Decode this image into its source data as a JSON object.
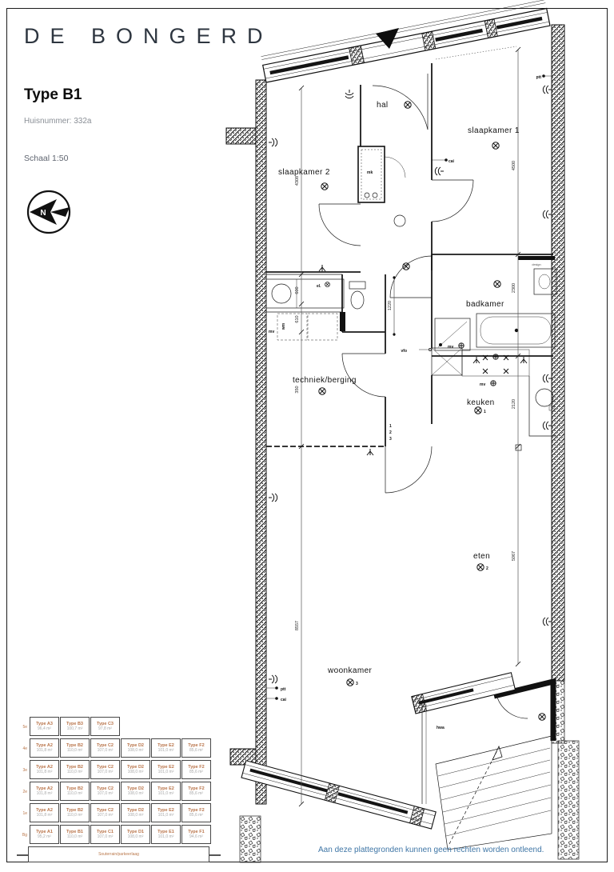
{
  "header": {
    "project_title": "DE BONGERD",
    "type_title": "Type B1",
    "huisnummer": "Huisnummer: 332a",
    "schaal": "Schaal 1:50",
    "compass_letter": "N"
  },
  "plan": {
    "rooms": {
      "hal": "hal",
      "slaapkamer1": "slaapkamer 1",
      "slaapkamer2": "slaapkamer 2",
      "badkamer": "badkamer",
      "techniek": "techniek/berging",
      "keuken": "keuken",
      "eten": "eten",
      "woonkamer": "woonkamer"
    },
    "room_numbers": {
      "keuken": "1",
      "eten": "2",
      "woonkamer": "3"
    },
    "fixture_labels": {
      "mk": "mk",
      "wm": "wm",
      "mv": "mv",
      "mv_shower": "mv",
      "mv_keuken": "mv",
      "vfo": "vfo",
      "hwa": "hwa",
      "el": "el.",
      "design": "design"
    },
    "outlet_labels": {
      "ptt_top": "ptt",
      "ptt_bottom": "ptt",
      "cai_hal": "cai",
      "cai_bottom": "cai"
    },
    "switch_numbers": [
      "1",
      "2",
      "3"
    ],
    "dimensions": {
      "slaapkamer2": "4308",
      "slaapkamer1": "4500",
      "hal": "1220",
      "badkamer": "2300",
      "techniek": "350",
      "keuken": "2120",
      "woonkamer": "8557",
      "eten": "5067",
      "wash_a": "600",
      "wash_b": "610"
    }
  },
  "floor_table": {
    "rows": [
      {
        "floor": "5e",
        "cells": [
          {
            "type": "Type A3",
            "area": "96,4 m²"
          },
          {
            "type": "Type B3",
            "area": "100,7 m²"
          },
          {
            "type": "Type C3",
            "area": "97,8 m²"
          }
        ]
      },
      {
        "floor": "4e",
        "cells": [
          {
            "type": "Type A2",
            "area": "101,8 m²"
          },
          {
            "type": "Type B2",
            "area": "110,0 m²"
          },
          {
            "type": "Type C2",
            "area": "107,0 m²"
          },
          {
            "type": "Type D2",
            "area": "108,0 m²"
          },
          {
            "type": "Type E2",
            "area": "101,0 m²"
          },
          {
            "type": "Type F2",
            "area": "85,6 m²"
          }
        ]
      },
      {
        "floor": "3e",
        "cells": [
          {
            "type": "Type A2",
            "area": "101,8 m²"
          },
          {
            "type": "Type B2",
            "area": "110,0 m²"
          },
          {
            "type": "Type C2",
            "area": "107,0 m²"
          },
          {
            "type": "Type D2",
            "area": "108,0 m²"
          },
          {
            "type": "Type E2",
            "area": "101,0 m²"
          },
          {
            "type": "Type F2",
            "area": "85,6 m²"
          }
        ]
      },
      {
        "floor": "2e",
        "cells": [
          {
            "type": "Type A2",
            "area": "101,8 m²"
          },
          {
            "type": "Type B2",
            "area": "110,0 m²"
          },
          {
            "type": "Type C2",
            "area": "107,0 m²"
          },
          {
            "type": "Type D2",
            "area": "108,0 m²"
          },
          {
            "type": "Type E2",
            "area": "101,0 m²"
          },
          {
            "type": "Type F2",
            "area": "85,6 m²"
          }
        ]
      },
      {
        "floor": "1e",
        "cells": [
          {
            "type": "Type A2",
            "area": "101,8 m²"
          },
          {
            "type": "Type B2",
            "area": "110,0 m²"
          },
          {
            "type": "Type C2",
            "area": "107,0 m²"
          },
          {
            "type": "Type D2",
            "area": "108,0 m²"
          },
          {
            "type": "Type E2",
            "area": "101,0 m²"
          },
          {
            "type": "Type F2",
            "area": "85,6 m²"
          }
        ]
      },
      {
        "floor": "Bg",
        "cells": [
          {
            "type": "Type A1",
            "area": "95,2 m²"
          },
          {
            "type": "Type B1",
            "area": "110,0 m²"
          },
          {
            "type": "Type C1",
            "area": "107,0 m²"
          },
          {
            "type": "Type D1",
            "area": "108,0 m²"
          },
          {
            "type": "Type E1",
            "area": "101,0 m²"
          },
          {
            "type": "Type F1",
            "area": "94,6 m²"
          }
        ]
      }
    ],
    "basement": "Souterrain/parkeerlaag"
  },
  "footer": {
    "disclaimer": "Aan deze plattegronden kunnen geen rechten worden ontleend."
  }
}
